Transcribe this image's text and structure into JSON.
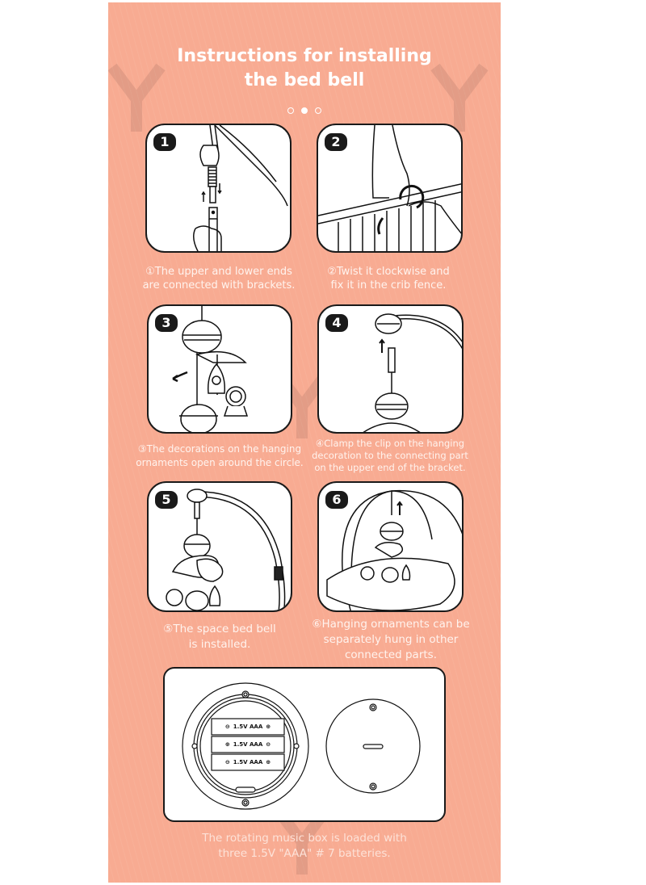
{
  "page": {
    "title_line1": "Instructions for installing",
    "title_line2": "the bed bell",
    "pagination": {
      "count": 3,
      "active_index": 1
    },
    "background_color": "#f8ab92",
    "text_color": "#ffffff"
  },
  "steps": [
    {
      "number": "1",
      "caption_line1": "①The upper and lower ends",
      "caption_line2": "are connected with brackets."
    },
    {
      "number": "2",
      "caption_line1": "②Twist it clockwise and",
      "caption_line2": "fix it in the crib fence."
    },
    {
      "number": "3",
      "caption_line1": "③The decorations on the hanging",
      "caption_line2": "ornaments open around the circle."
    },
    {
      "number": "4",
      "caption_line1": "④Clamp the clip on the hanging",
      "caption_line2": "decoration to the connecting part",
      "caption_line3": "on the upper end of the bracket."
    },
    {
      "number": "5",
      "caption_line1": "⑤The space bed bell",
      "caption_line2": "is installed."
    },
    {
      "number": "6",
      "caption_line1": "⑥Hanging ornaments can be",
      "caption_line2": "separately hung in other",
      "caption_line3": "connected parts."
    }
  ],
  "battery": {
    "cells": [
      {
        "label": "1.5V AAA",
        "left_sign": "⊖",
        "right_sign": "⊕"
      },
      {
        "label": "1.5V AAA",
        "left_sign": "⊕",
        "right_sign": "⊖"
      },
      {
        "label": "1.5V AAA",
        "left_sign": "⊖",
        "right_sign": "⊕"
      }
    ],
    "caption_line1": "The rotating music box is loaded with",
    "caption_line2": "three 1.5V \"AAA\" # 7 batteries."
  }
}
